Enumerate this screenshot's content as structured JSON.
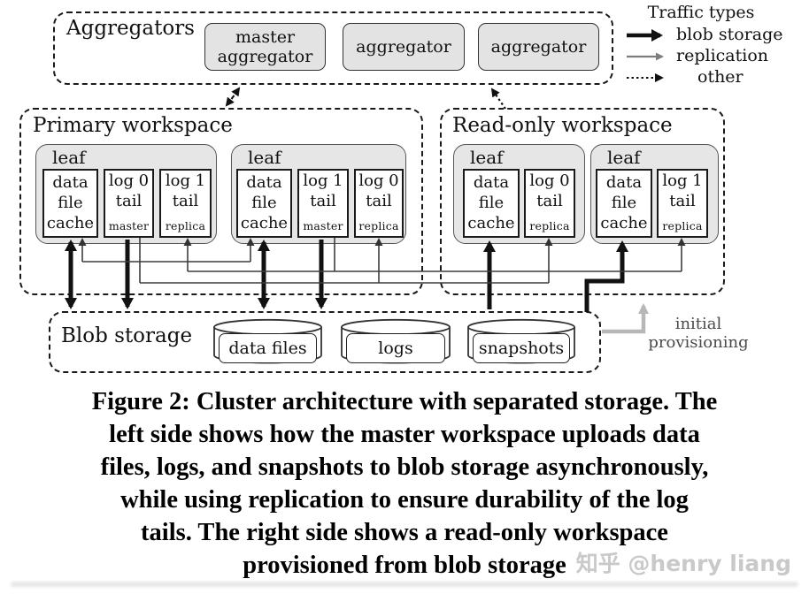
{
  "figure": {
    "legend": {
      "title": "Traffic types",
      "items": [
        {
          "label": "blob storage",
          "type": "thick-black-arrow"
        },
        {
          "label": "replication",
          "type": "thin-gray-arrow"
        },
        {
          "label": "other",
          "type": "dotted-arrow"
        }
      ]
    },
    "aggregators": {
      "label": "Aggregators",
      "nodes": [
        "master aggregator",
        "aggregator",
        "aggregator"
      ]
    },
    "primary": {
      "label": "Primary workspace",
      "leaves": [
        {
          "label": "leaf",
          "boxes": [
            {
              "l1": "data",
              "l2": "file",
              "l3": "cache",
              "sub": ""
            },
            {
              "l1": "log 0",
              "l2": "tail",
              "l3": "",
              "sub": "master"
            },
            {
              "l1": "log 1",
              "l2": "tail",
              "l3": "",
              "sub": "replica"
            }
          ]
        },
        {
          "label": "leaf",
          "boxes": [
            {
              "l1": "data",
              "l2": "file",
              "l3": "cache",
              "sub": ""
            },
            {
              "l1": "log 1",
              "l2": "tail",
              "l3": "",
              "sub": "master"
            },
            {
              "l1": "log 0",
              "l2": "tail",
              "l3": "",
              "sub": "replica"
            }
          ]
        }
      ]
    },
    "readonly": {
      "label": "Read-only workspace",
      "leaves": [
        {
          "label": "leaf",
          "boxes": [
            {
              "l1": "data",
              "l2": "file",
              "l3": "cache",
              "sub": ""
            },
            {
              "l1": "log 0",
              "l2": "tail",
              "l3": "",
              "sub": "replica"
            }
          ]
        },
        {
          "label": "leaf",
          "boxes": [
            {
              "l1": "data",
              "l2": "file",
              "l3": "cache",
              "sub": ""
            },
            {
              "l1": "log 1",
              "l2": "tail",
              "l3": "",
              "sub": "replica"
            }
          ]
        }
      ]
    },
    "blob": {
      "label": "Blob storage",
      "cylinders": [
        "data files",
        "logs",
        "snapshots"
      ]
    },
    "provisioning": {
      "line1": "initial",
      "line2": "provisioning"
    }
  },
  "caption": {
    "lines": [
      "Figure 2: Cluster architecture with separated storage. The",
      "left side shows how the master workspace uploads data",
      "files, logs, and snapshots to blob storage asynchronously,",
      "while using replication to ensure durability of the log",
      "tails. The right side shows a read-only workspace",
      "provisioned from blob storage"
    ]
  },
  "watermark": {
    "text": "知乎 @henry liang"
  },
  "colors": {
    "thick_arrow": "#111111",
    "replication_arrow": "#7d7d7d",
    "provisioning_arrow": "#b7b7b7",
    "leaf_fill": "#e6e6e6",
    "node_fill": "#e3e3e3",
    "watermark": "#c9c9c9"
  }
}
